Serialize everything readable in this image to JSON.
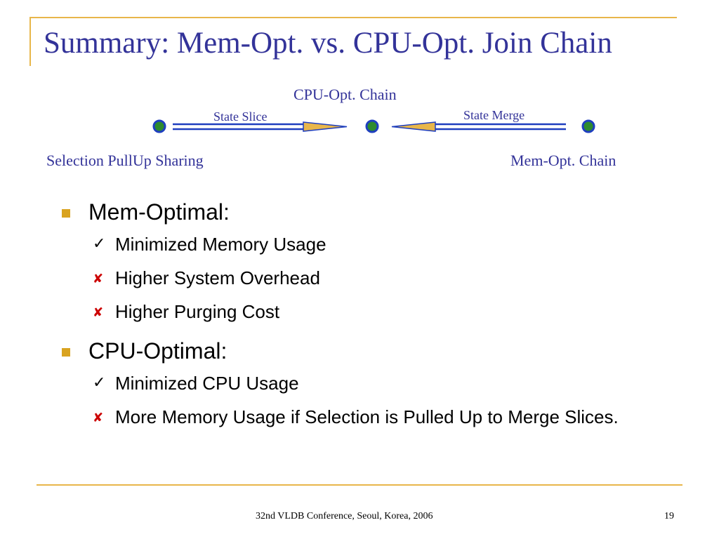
{
  "title": "Summary: Mem-Opt. vs. CPU-Opt. Join Chain",
  "diagram": {
    "top_label": "CPU-Opt. Chain",
    "left_arrow_label": "State Slice",
    "right_arrow_label": "State Merge",
    "left_label": "Selection PullUp Sharing",
    "right_label": "Mem-Opt. Chain",
    "colors": {
      "node_fill": "#2e8b2e",
      "node_stroke": "#1f3fbf",
      "arrow_stroke": "#1f3fbf",
      "arrow_head": "#e8b64a"
    }
  },
  "bullets": [
    {
      "label": "Mem-Optimal:",
      "items": [
        {
          "marker": "check",
          "text": "Minimized Memory Usage"
        },
        {
          "marker": "cross",
          "text": "Higher System Overhead"
        },
        {
          "marker": "cross",
          "text": "Higher Purging Cost"
        }
      ]
    },
    {
      "label": "CPU-Optimal:",
      "items": [
        {
          "marker": "check",
          "text": "Minimized CPU Usage"
        },
        {
          "marker": "cross",
          "text": "More Memory Usage if Selection is Pulled Up to Merge Slices."
        }
      ]
    }
  ],
  "footer": {
    "conference": "32nd VLDB Conference, Seoul, Korea, 2006",
    "page_number": "19"
  },
  "colors": {
    "title": "#333399",
    "accent_rule": "#e8b64a",
    "bullet_square": "#d9a320",
    "cross": "#cc0000"
  }
}
